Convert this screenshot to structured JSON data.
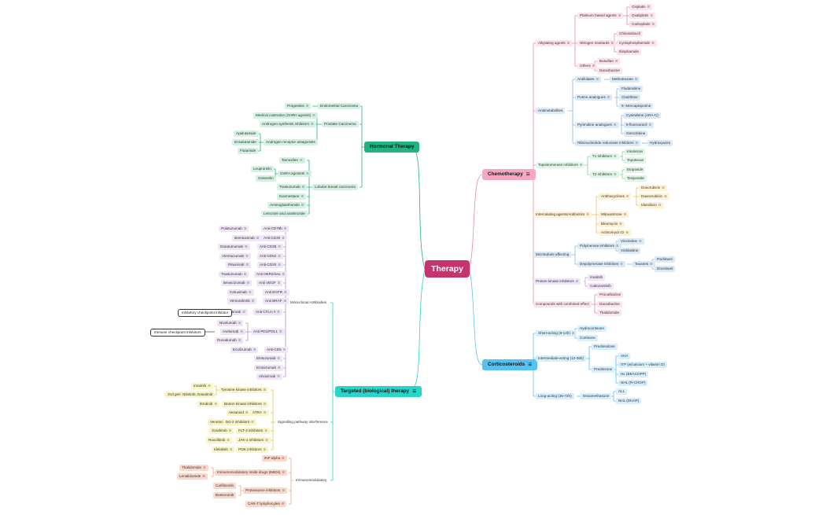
{
  "root": "Therapy",
  "colors": {
    "chemo_branch": "#f7a6c4",
    "chemo_link": "#e986b0",
    "alkyl": "#fde3ee",
    "antimetab": "#dbeaf7",
    "topo": "#dff5e6",
    "interc": "#fff2d4",
    "protein": "#f0e4f8",
    "cortico_branch": "#56c2f2",
    "cortico_leaf": "#d6effc",
    "hormonal_branch": "#1fb383",
    "hormonal_leaf": "#d4f2e2",
    "targeted_branch": "#27d6c8",
    "mab": "#efe5f7",
    "signal": "#f9f5c9",
    "immuno": "#fad9cc",
    "root": "#c5346e"
  },
  "icons": {
    "note": "note-icon"
  },
  "inhibitory_label": "Inhibitory checkpoint inhibitor",
  "immune_label": "Immune checkpoint inhibitors",
  "chemo": {
    "label": "Chemotherapy",
    "alkylating": {
      "label": "Alkylating agents",
      "platinum": {
        "label": "Platinum based agents",
        "items": [
          "Cisplatin",
          "Oxaliplatin",
          "Carboplatin"
        ]
      },
      "nitrogen": {
        "label": "Nitrogen mustards",
        "items": [
          "Chlorambucil",
          "Cyclophosphamide",
          "Ifosphamide"
        ]
      },
      "others": {
        "label": "Others",
        "items": [
          "Busulfan",
          "Dacarbazine"
        ]
      }
    },
    "antimetab": {
      "label": "Antimetabolites",
      "antifolates": {
        "label": "Antifolates",
        "item": "Methotrexate"
      },
      "purine": {
        "label": "Purine analogues",
        "items": [
          "Fludarabine",
          "Cladribine",
          "6- Mercaptopurine"
        ]
      },
      "pyrimidine": {
        "label": "Pyrimidine analogues",
        "items": [
          "Cytarabine (ARA-C)",
          "5-fluorouracil",
          "Gemcitibine"
        ]
      },
      "ribo": {
        "label": "Ribonucleotide reductase inhibitors",
        "item": "Hydroxyurea"
      }
    },
    "topo": {
      "label": "Topoisomerase inhibitors",
      "t1": {
        "label": "T1 inhibitors",
        "items": [
          "Irinotecan",
          "Topotecan"
        ]
      },
      "t2": {
        "label": "T2 inhibitors",
        "items": [
          "Etoposide",
          "Teniposide"
        ]
      }
    },
    "intercalating": {
      "label": "Intercalating agents/Antibiotics",
      "anthra": {
        "label": "Anthracyclines",
        "items": [
          "Doxorubicin",
          "Daunorubicin",
          "Idarubicin"
        ]
      },
      "items": [
        "Mitoxantrone",
        "Bleomycin",
        "Actinomycin D"
      ]
    },
    "micro": {
      "label": "Microtubule affecting",
      "poly": {
        "label": "Polymerase inhibitors",
        "items": [
          "Vincristine",
          "Vinblastine"
        ]
      },
      "depoly": {
        "label": "Depolymerase inhibitors",
        "taxanes": "Taxanes",
        "items": [
          "Paclitaxel",
          "Docetaxel"
        ]
      }
    },
    "pk": {
      "label": "Protein kinase inhibitors",
      "items": [
        "Imatinib",
        "Cabozantinib"
      ]
    },
    "combined": {
      "label": "Compounds with combined effect",
      "items": [
        "Procarbazine",
        "Dacarbazine",
        "Thalidomide"
      ]
    }
  },
  "cortico": {
    "label": "Corticosteroids",
    "short": {
      "label": "Short-acting (8-12h)",
      "items": [
        "Hydrocortisone",
        "Cortisone"
      ]
    },
    "inter": {
      "label": "Intermediate-acting (12-36h)",
      "prednisolone": "Prednisolone",
      "prednisone": "Prednisone",
      "items": [
        "AHA",
        "ITP (w/calcium + vitamin D)",
        "HL (BEACOPP)",
        "NHL (R-CHOP)"
      ]
    },
    "long": {
      "label": "Long-acting (36-72h)",
      "dexa": "Dexamethasone",
      "items": [
        "ALL",
        "NHL (DHAP)"
      ]
    }
  },
  "hormonal": {
    "label": "Hormonal Therapy",
    "endometrial": {
      "label": "Endometrial Carcinoma",
      "item": "Progestins"
    },
    "prostate": {
      "label": "Prostate Carcinoma",
      "castration": "Medical castration (GnRH agonist)",
      "synthesis": "Androgen synthesis inhibitors",
      "antagonists": "Androgen receptor antagonists",
      "items": [
        "Apalutamide",
        "Enzalutamide",
        "Flutamide"
      ]
    },
    "breast": {
      "label": "Lobular breast carcinoma",
      "tamoxifen": "Tamoxifen",
      "gnrh": "GnRH agonists",
      "gnrh_items": [
        "Leuprorelin",
        "Goserelin"
      ],
      "items": [
        "Trastuzumab",
        "Exemestane",
        "Aminoglutethimide",
        "Letrozole and anastrozole"
      ]
    }
  },
  "targeted": {
    "label": "Targeted (biological) therapy",
    "mab": {
      "label": "Monoclonal Antibodies",
      "rows": [
        {
          "drug": "Polatuzumab",
          "target": "Anti-CD79b"
        },
        {
          "drug": "Brentuximab",
          "target": "Anti-CD30"
        },
        {
          "drug": "Daratumumab",
          "target": "Anti-CD38"
        },
        {
          "drug": "Alemtuzumab",
          "target": "Anti-CD52"
        },
        {
          "drug": "Rituximab",
          "target": "Anti-CD20"
        },
        {
          "drug": "Trastuzumab",
          "target": "Anti HER2/neu"
        },
        {
          "drug": "Bevacizumab",
          "target": "Anti VEGF"
        },
        {
          "drug": "Cetuximab",
          "target": "Anti EGFR"
        },
        {
          "drug": "Vemurafenib",
          "target": "Anti BRAF"
        },
        {
          "drug": "Ipilimumab",
          "target": "Anti CTLA-4"
        }
      ],
      "pd_label": "Anti PD1/PDL1",
      "pd_items": [
        "Nivolumab",
        "Avelumab",
        "Durvalumab"
      ],
      "cd33": {
        "drug": "Ecolizumab",
        "target": "Anti-CD5"
      },
      "tail": [
        "Elotuzumab",
        "Emicizumab",
        "Abciximab"
      ]
    },
    "signal": {
      "label": "Signalling pathway interference",
      "tk": {
        "label": "Tyrosine kinase inhibitors",
        "items": [
          "Imatinib",
          "2nd gen: Nilotinib, Dasatinib"
        ]
      },
      "rows": [
        {
          "drug": "Ibrutinib",
          "target": "Bruton kinase inhibitors"
        },
        {
          "drug": "Vesanoid",
          "target": "ATRA"
        },
        {
          "drug": "Venetoclax",
          "target": "Bcl-2 inhibitors"
        },
        {
          "drug": "Sorafenib",
          "target": "FLT-3 inhibitors"
        },
        {
          "drug": "Ruxolitinib",
          "target": "JAK-2 inhibitors"
        },
        {
          "drug": "Idelalisib",
          "target": "PI3K inhibitors"
        }
      ]
    },
    "immuno": {
      "label": "Immunomodulatory",
      "inf": "INF-alpha",
      "imid": {
        "label": "Immunomodulatory imide drugs (IMiDs)",
        "items": [
          "Thalidomide",
          "Lenalidomide"
        ]
      },
      "protea": {
        "label": "Proteasome inhibitors",
        "items": [
          "Carfilzomib",
          "Bortezomib"
        ]
      },
      "cart": "CAR-T lymphocytes"
    }
  }
}
